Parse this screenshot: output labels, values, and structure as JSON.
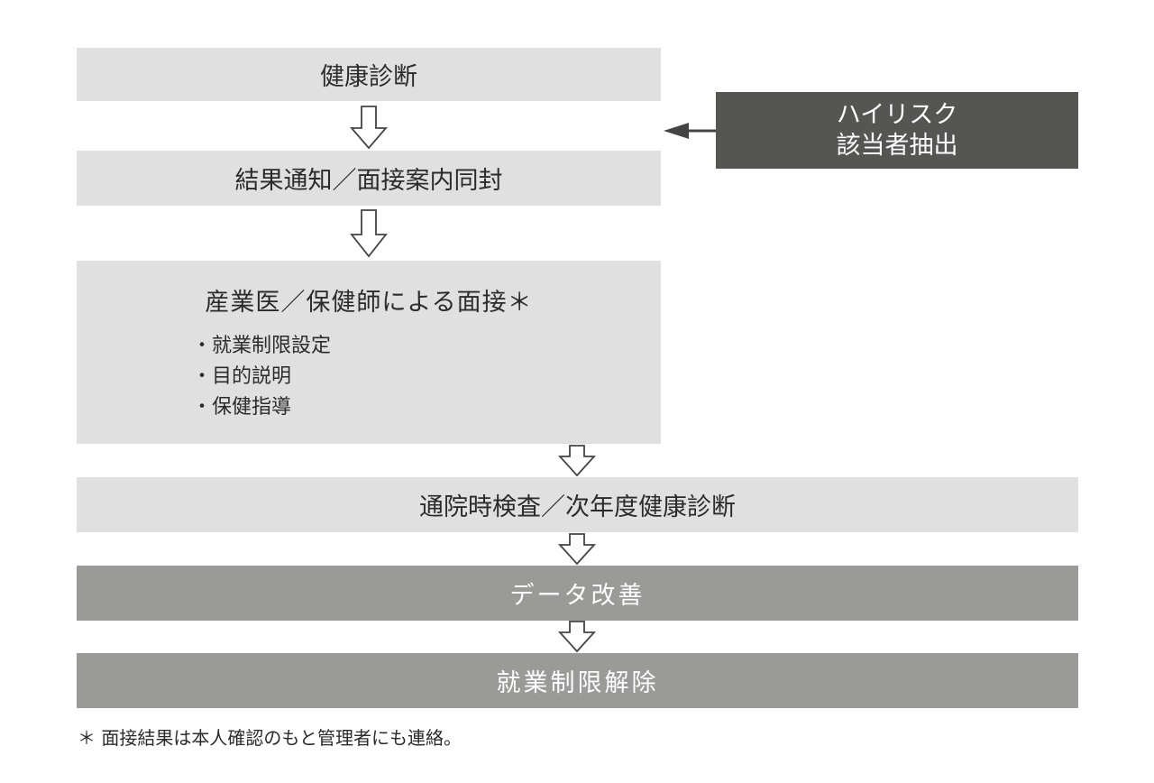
{
  "flow": {
    "health_check": "健康診断",
    "result_notice": "結果通知／面接案内同封",
    "interview": {
      "title": "産業医／保健師による面接＊",
      "items": [
        "・就業制限設定",
        "・目的説明",
        "・保健指導"
      ]
    },
    "checkup": "通院時検査／次年度健康診断",
    "data_improvement": "データ改善",
    "restriction_release": "就業制限解除"
  },
  "side": {
    "high_risk_line1": "ハイリスク",
    "high_risk_line2": "該当者抽出"
  },
  "footnote": "＊ 面接結果は本人確認のもと管理者にも連絡。",
  "colors": {
    "light_box": "#e0e0e0",
    "mid_box": "#9a9a98",
    "dark_box": "#555554",
    "arrow_stroke": "#444444"
  }
}
